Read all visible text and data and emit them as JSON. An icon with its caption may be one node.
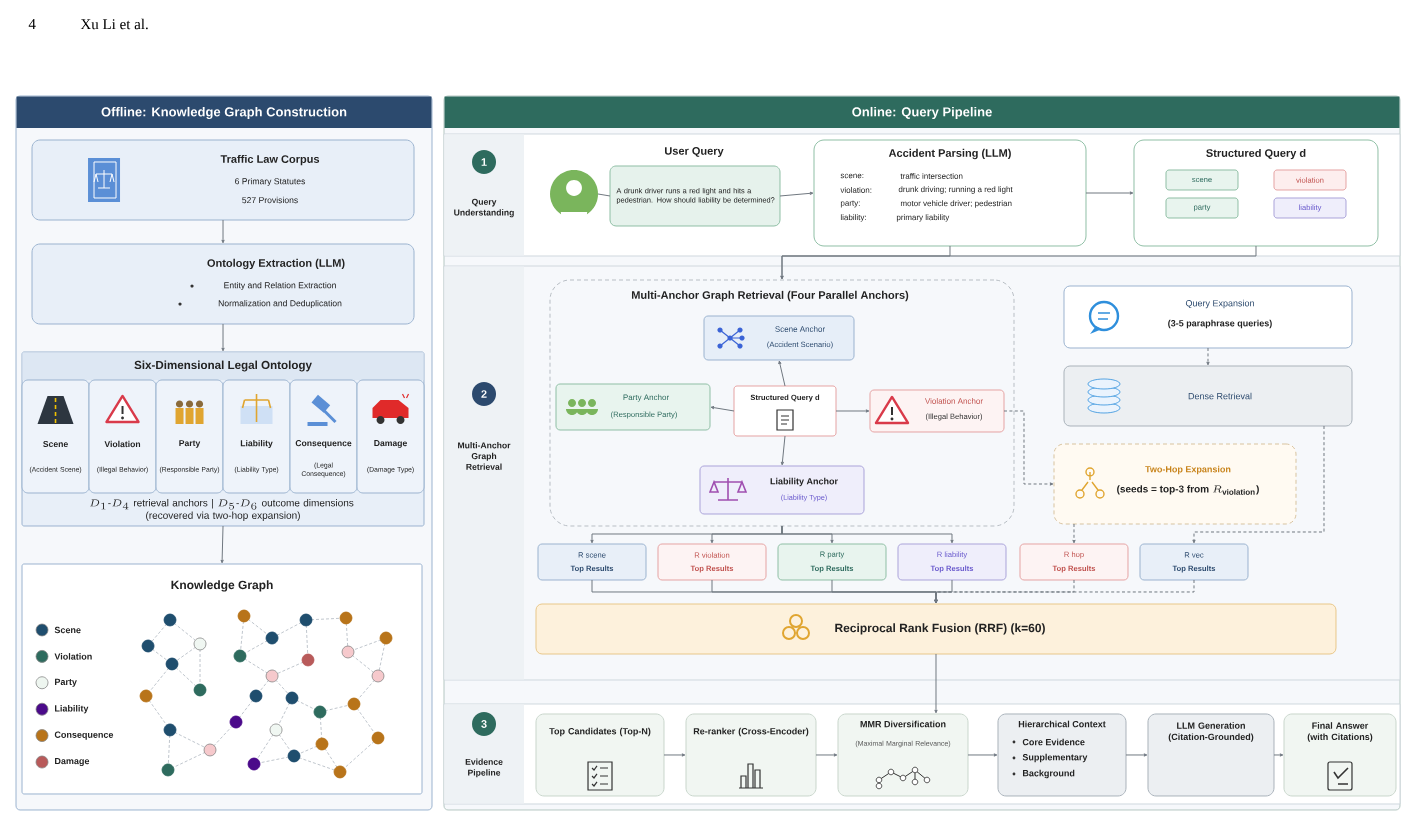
{
  "diagram": {
    "nodes": [
      {
        "text": [
          "Offline: Knowledge Graph Construction"
        ]
      },
      {
        "text": [
          "Traffic Law Corpus",
          "6 Primary Statutes",
          "527 Provisions"
        ],
        "in": 0
      },
      {
        "text": [
          "Ontology Extraction (LLM)",
          "Entity and Relation Extraction",
          "Normalization and Deduplication"
        ],
        "in": 0
      },
      {
        "text": [
          "Six-Dimensional Legal Ontology",
          "D_{1}\\text{-}D_{4}\\text{ retrieval anchors | }D_{5}\\text{-}D_{6}\\text{ outcome dimensions }\\allowbreak\\text{(recovered via two-hop expansion)}"
        ],
        "in": 0
      },
      {
        "text": [
          "Scene",
          "(Accident Scene)"
        ],
        "in": 3
      },
      {
        "text": [
          "Violation",
          "(Illegal Behavior)"
        ],
        "in": 3
      },
      {
        "text": [
          "Party",
          "(Responsible Party)"
        ],
        "in": 3
      },
      {
        "text": [
          "Liability",
          "(Liability Type)"
        ],
        "in": 3
      },
      {
        "text": [
          "Consequence",
          "(Legal Consequence)"
        ],
        "in": 3
      },
      {
        "text": [
          "Damage",
          "(Damage Type)"
        ],
        "in": 3
      },
      {
        "text": [
          "Knowledge Graph"
        ],
        "in": 0
      },
      {
        "text": [
          "Online: Query Pipeline"
        ]
      },
      {
        "text": [
          "1",
          "Query Understanding"
        ],
        "in": 11
      },
      {
        "text": [],
        "shape": "person",
        "in": 12
      },
      {
        "text": [
          "User Query",
          "A drunk driver runs a red light and hits a pedestrian. How should liability be determined?"
        ],
        "in": 12
      },
      {
        "text": [
          "Accident Parsing (LLM)",
          "scene:",
          "traffic intersection",
          "violation:",
          "drunk driving; running a red light",
          "party:",
          "motor vehicle driver; pedestrian",
          "liability:",
          "primary liability"
        ],
        "in": 12
      },
      {
        "text": [
          "Structured Query d"
        ],
        "in": 12
      },
      {
        "text": [
          "scene"
        ],
        "in": 16
      },
      {
        "text": [
          "violation"
        ],
        "in": 16
      },
      {
        "text": [
          "party"
        ],
        "in": 16
      },
      {
        "text": [
          "liability"
        ],
        "in": 16
      },
      {
        "text": [
          "2",
          "Multi-Anchor Graph Retrieval"
        ],
        "in": 11
      },
      {
        "text": [
          "Multi-Anchor Graph Retrieval (Four Parallel Anchors)"
        ],
        "in": 21
      },
      {
        "text": [
          "Scene Anchor",
          "(Accident Scenario)"
        ],
        "in": 22
      },
      {
        "text": [
          "Party Anchor",
          "(Responsible Party)"
        ],
        "in": 22
      },
      {
        "text": [
          "Structured Query d"
        ],
        "in": 22
      },
      {
        "text": [
          "Violation Anchor",
          "(Illegal Behavior)"
        ],
        "in": 22
      },
      {
        "text": [
          "Liability Anchor",
          "(Liability Type)"
        ],
        "in": 22
      },
      {
        "text": [
          "Query Expansion",
          "(3-5 paraphrase queries)"
        ],
        "in": 21
      },
      {
        "text": [
          "Dense Retrieval"
        ],
        "in": 21
      },
      {
        "text": [
          "Two-Hop Expansion",
          "\\text{(seeds = top-3 from }R_{\\text{violation}}\\text{)}"
        ],
        "in": 21
      },
      {
        "text": [
          "R scene",
          "Top Results"
        ],
        "in": 21
      },
      {
        "text": [
          "R violation",
          "Top Results"
        ],
        "in": 21
      },
      {
        "text": [
          "R party",
          "Top Results"
        ],
        "in": 21
      },
      {
        "text": [
          "R liability",
          "Top Results"
        ],
        "in": 21
      },
      {
        "text": [
          "R hop",
          "Top Results"
        ],
        "in": 21
      },
      {
        "text": [
          "R vec",
          "Top Results"
        ],
        "in": 21
      },
      {
        "text": [
          "Reciprocal Rank Fusion (RRF) (k=60)"
        ],
        "in": 21
      },
      {
        "text": [
          "3",
          "Evidence Pipeline"
        ],
        "in": 11
      },
      {
        "text": [
          "Top Candidates (Top-N)"
        ],
        "in": 38
      },
      {
        "text": [
          "Re-ranker (Cross-Encoder)"
        ],
        "in": 38
      },
      {
        "text": [
          "MMR Diversification",
          "(Maximal Marginal Relevance)"
        ],
        "in": 38
      },
      {
        "text": [
          "Hierarchical Context",
          "Core Evidence",
          "Supplementary",
          "Background"
        ],
        "in": 38
      },
      {
        "text": [
          "LLM Generation (Citation-Grounded)"
        ],
        "in": 38
      },
      {
        "text": [
          "Final Answer (with Citations)"
        ],
        "in": 38
      }
    ],
    "edges": [
      {
        "from": 1,
        "to": 2,
        "arrow": "to"
      },
      {
        "from": 2,
        "to": 3,
        "arrow": "to"
      },
      {
        "from": 3,
        "to": 10,
        "arrow": "to"
      },
      {
        "from": 13,
        "to": 14,
        "arrow": "none"
      },
      {
        "from": 14,
        "to": 15,
        "arrow": "to"
      },
      {
        "from": 15,
        "to": 16,
        "arrow": "to"
      },
      {
        "from": 15,
        "to": 22,
        "arrow": "to"
      },
      {
        "from": 16,
        "to": 22,
        "arrow": "to"
      },
      {
        "from": 25,
        "to": 23,
        "arrow": "to"
      },
      {
        "from": 25,
        "to": 24,
        "arrow": "to"
      },
      {
        "from": 25,
        "to": 26,
        "arrow": "to"
      },
      {
        "from": 25,
        "to": 27,
        "arrow": "to"
      },
      {
        "from": 28,
        "to": 29,
        "arrow": "to",
        "style": "dashed"
      },
      {
        "from": 26,
        "to": 30,
        "arrow": "to",
        "style": "dashed"
      },
      {
        "from": 22,
        "to": 31,
        "arrow": "to"
      },
      {
        "from": 22,
        "to": 32,
        "arrow": "to"
      },
      {
        "from": 22,
        "to": 33,
        "arrow": "to"
      },
      {
        "from": 22,
        "to": 34,
        "arrow": "to"
      },
      {
        "from": 30,
        "to": 35,
        "arrow": "to",
        "style": "dashed"
      },
      {
        "from": 29,
        "to": 36,
        "arrow": "to",
        "style": "dashed"
      },
      {
        "from": 31,
        "to": 37,
        "arrow": "to"
      },
      {
        "from": 32,
        "to": 37,
        "arrow": "to"
      },
      {
        "from": 33,
        "to": 37,
        "arrow": "to"
      },
      {
        "from": 34,
        "to": 37,
        "arrow": "to"
      },
      {
        "from": 35,
        "to": 37,
        "arrow": "to",
        "style": "dashed"
      },
      {
        "from": 36,
        "to": 37,
        "arrow": "to",
        "style": "dashed"
      },
      {
        "from": 37,
        "to": 41,
        "arrow": "to"
      },
      {
        "from": 39,
        "to": 40,
        "arrow": "to"
      },
      {
        "from": 40,
        "to": 41,
        "arrow": "to"
      },
      {
        "from": 41,
        "to": 42,
        "arrow": "to"
      },
      {
        "from": 42,
        "to": 43,
        "arrow": "to"
      },
      {
        "from": 43,
        "to": 44,
        "arrow": "to"
      }
    ],
    "labels": [
      "4",
      "Xu Li et al."
    ],
    "legend": [
      {
        "text": "Scene",
        "color": "#1f4e6e"
      },
      {
        "text": "Violation",
        "color": "#2e6b5e"
      },
      {
        "text": "Party",
        "color": "#eef6f0"
      },
      {
        "text": "Liability",
        "color": "#4b0a8a"
      },
      {
        "text": "Consequence",
        "color": "#b8741a"
      },
      {
        "text": "Damage",
        "color": "#b85a5a"
      }
    ]
  }
}
